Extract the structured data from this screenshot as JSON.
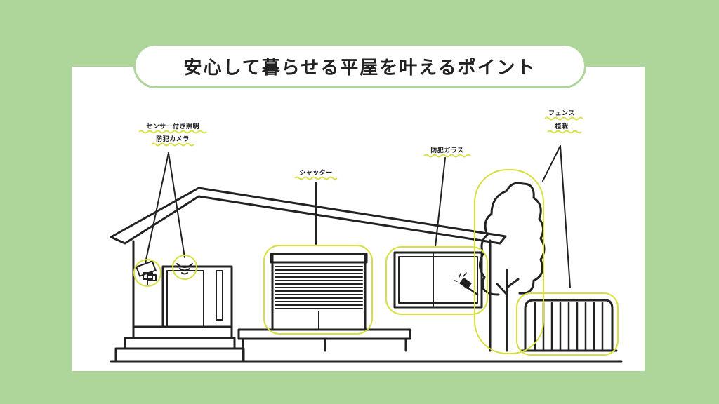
{
  "title": "安心して暮らせる平屋を叶えるポイント",
  "labels": {
    "sensor_light": "センサー付き照明",
    "security_camera": "防犯カメラ",
    "shutter": "シャッター",
    "security_glass": "防犯ガラス",
    "fence": "フェンス",
    "planting": "植栽"
  },
  "colors": {
    "background": "#aed69b",
    "panel": "#ffffff",
    "line": "#222222",
    "highlight": "#d7df3f"
  }
}
